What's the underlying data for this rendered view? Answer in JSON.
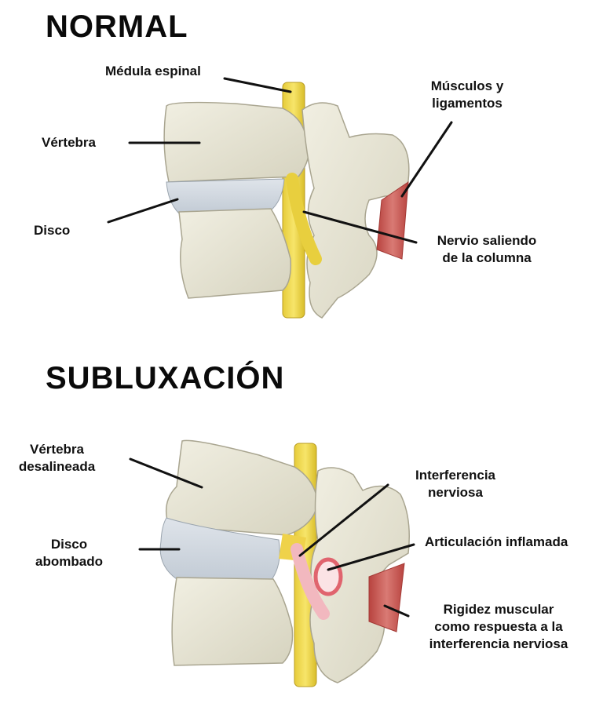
{
  "sections": [
    {
      "title": "NORMAL",
      "labels": {
        "spinal_cord": "Médula espinal",
        "vertebra": "Vértebra",
        "disc": "Disco",
        "muscles_line1": "Músculos y",
        "muscles_line2": "ligamentos",
        "nerve_line1": "Nervio saliendo",
        "nerve_line2": "de la columna"
      }
    },
    {
      "title": "SUBLUXACIÓN",
      "labels": {
        "vertebra_line1": "Vértebra",
        "vertebra_line2": "desalineada",
        "disc_line1": "Disco",
        "disc_line2": "abombado",
        "interference_line1": "Interferencia",
        "interference_line2": "nerviosa",
        "joint": "Articulación inflamada",
        "rigidity_line1": "Rigidez muscular",
        "rigidity_line2": "como respuesta a la",
        "rigidity_line3": "interferencia nerviosa"
      }
    }
  ],
  "colors": {
    "bone": "#e8e6d6",
    "bone_shadow": "#c9c6b2",
    "spinal_cord": "#f0d94a",
    "disc": "#cfd6de",
    "muscle": "#c0504d",
    "inflamed_nerve": "#f2b8bf",
    "inflamed_joint": "#e0646e"
  }
}
